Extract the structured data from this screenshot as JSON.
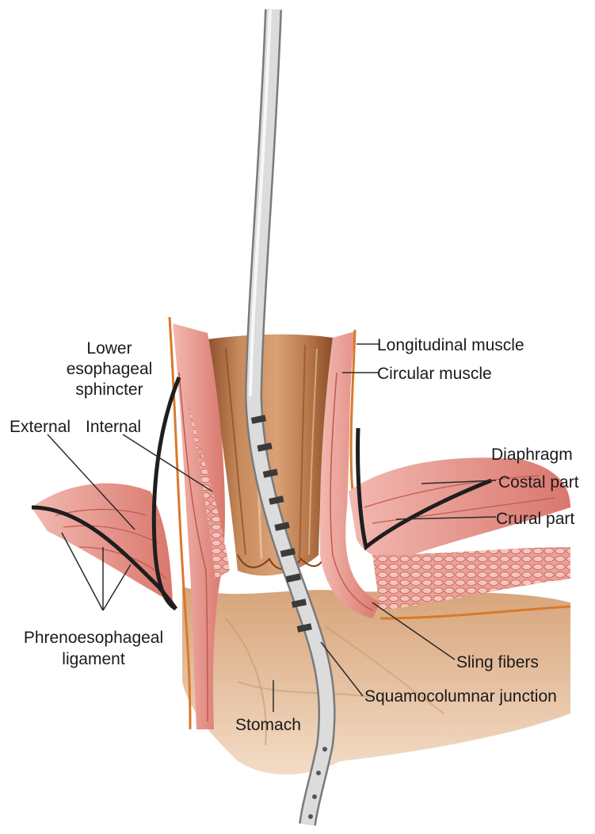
{
  "labels": {
    "les_line1": "Lower",
    "les_line2": "esophageal",
    "les_line3": "sphincter",
    "external": "External",
    "internal": "Internal",
    "longitudinal_muscle": "Longitudinal muscle",
    "circular_muscle": "Circular muscle",
    "diaphragm": "Diaphragm",
    "costal_part": "Costal part",
    "crural_part": "Crural part",
    "phrenoesophageal_line1": "Phrenoesophageal",
    "phrenoesophageal_line2": "ligament",
    "sling_fibers": "Sling fibers",
    "squamocolumnar_junction": "Squamocolumnar junction",
    "stomach": "Stomach"
  },
  "colors": {
    "muscle": "#e79a92",
    "muscle_dark": "#c85f57",
    "lumen": "#c98a5c",
    "lumen_dark": "#9c5a33",
    "stomach": "#dfae85",
    "membrane": "#1e1e1e",
    "catheter": "#d9d9d9"
  }
}
